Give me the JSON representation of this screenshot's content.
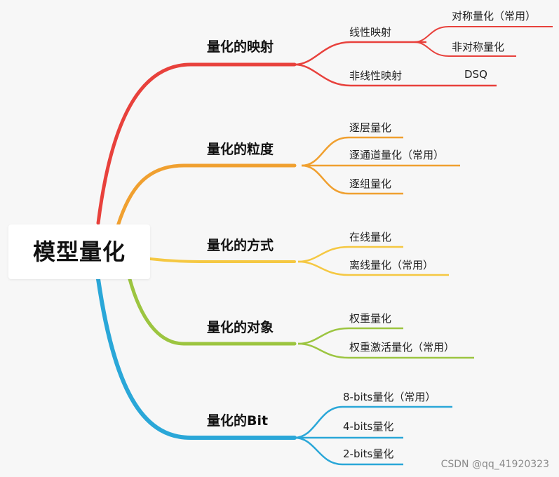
{
  "root": {
    "label": "模型量化"
  },
  "colors": {
    "mapping": "#e8413c",
    "granularity": "#f0a030",
    "method": "#f5c842",
    "object": "#9cc540",
    "bit": "#2aa7d8"
  },
  "branches": [
    {
      "label": "量化的映射",
      "color": "mapping",
      "children": [
        {
          "label": "线性映射",
          "children": [
            "对称量化（常用）",
            "非对称量化"
          ]
        },
        {
          "label": "非线性映射",
          "children": [
            "DSQ"
          ]
        }
      ]
    },
    {
      "label": "量化的粒度",
      "color": "granularity",
      "children": [
        {
          "label": "逐层量化"
        },
        {
          "label": "逐通道量化（常用）"
        },
        {
          "label": "逐组量化"
        }
      ]
    },
    {
      "label": "量化的方式",
      "color": "method",
      "children": [
        {
          "label": "在线量化"
        },
        {
          "label": "离线量化（常用）"
        }
      ]
    },
    {
      "label": "量化的对象",
      "color": "object",
      "children": [
        {
          "label": "权重量化"
        },
        {
          "label": "权重激活量化（常用）"
        }
      ]
    },
    {
      "label": "量化的Bit",
      "color": "bit",
      "children": [
        {
          "label": "8-bits量化（常用）"
        },
        {
          "label": "4-bits量化"
        },
        {
          "label": "2-bits量化"
        }
      ]
    }
  ],
  "watermark": "CSDN @qq_41920323"
}
